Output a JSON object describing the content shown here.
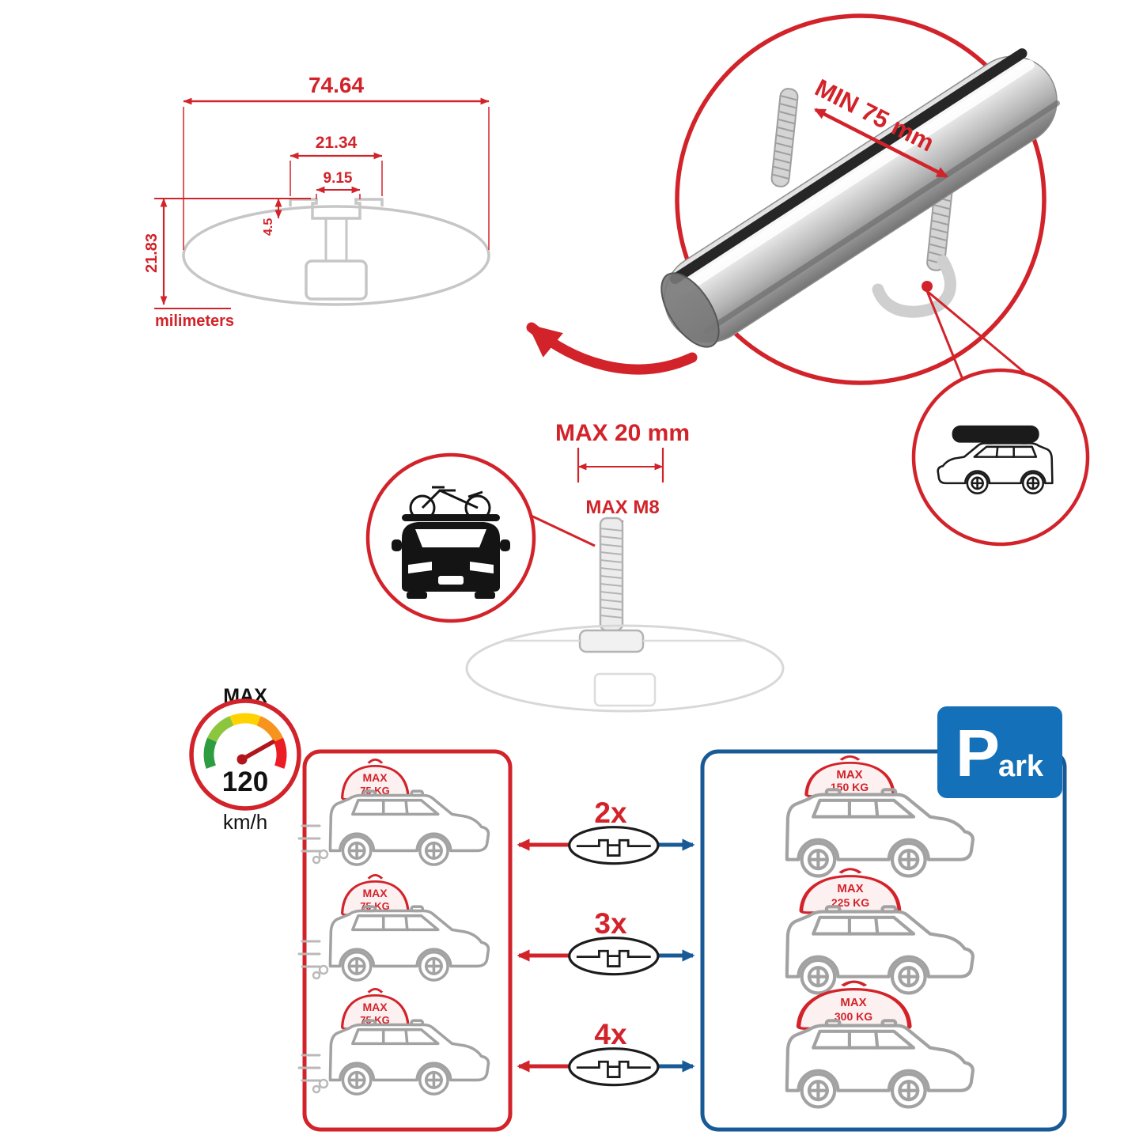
{
  "profile_diagram": {
    "dim_total_width": "74.64",
    "dim_channel_width": "21.34",
    "dim_slot_width": "9.15",
    "dim_slot_depth": "4.5",
    "dim_height": "21.83",
    "unit_label": "milimeters"
  },
  "clamp_render": {
    "min_label": "MIN 75 mm"
  },
  "bolt_diagram": {
    "max_width": "MAX 20 mm",
    "max_thread": "MAX M8"
  },
  "speedometer": {
    "max": "MAX",
    "value": "120",
    "unit": "km/h"
  },
  "load": {
    "multipliers": [
      "2x",
      "3x",
      "4x"
    ],
    "left_cars": [
      {
        "max": "MAX",
        "kg": "75 KG"
      },
      {
        "max": "MAX",
        "kg": "75 KG"
      },
      {
        "max": "MAX",
        "kg": "75 KG"
      }
    ],
    "right_cars": [
      {
        "max": "MAX",
        "kg": "150 KG"
      },
      {
        "max": "MAX",
        "kg": "225 KG"
      },
      {
        "max": "MAX",
        "kg": "300 KG"
      }
    ],
    "park": {
      "p": "P",
      "ark": "ark"
    }
  },
  "colors": {
    "red": "#d2232a",
    "blue": "#185a96",
    "sign_blue": "#1470b8"
  }
}
